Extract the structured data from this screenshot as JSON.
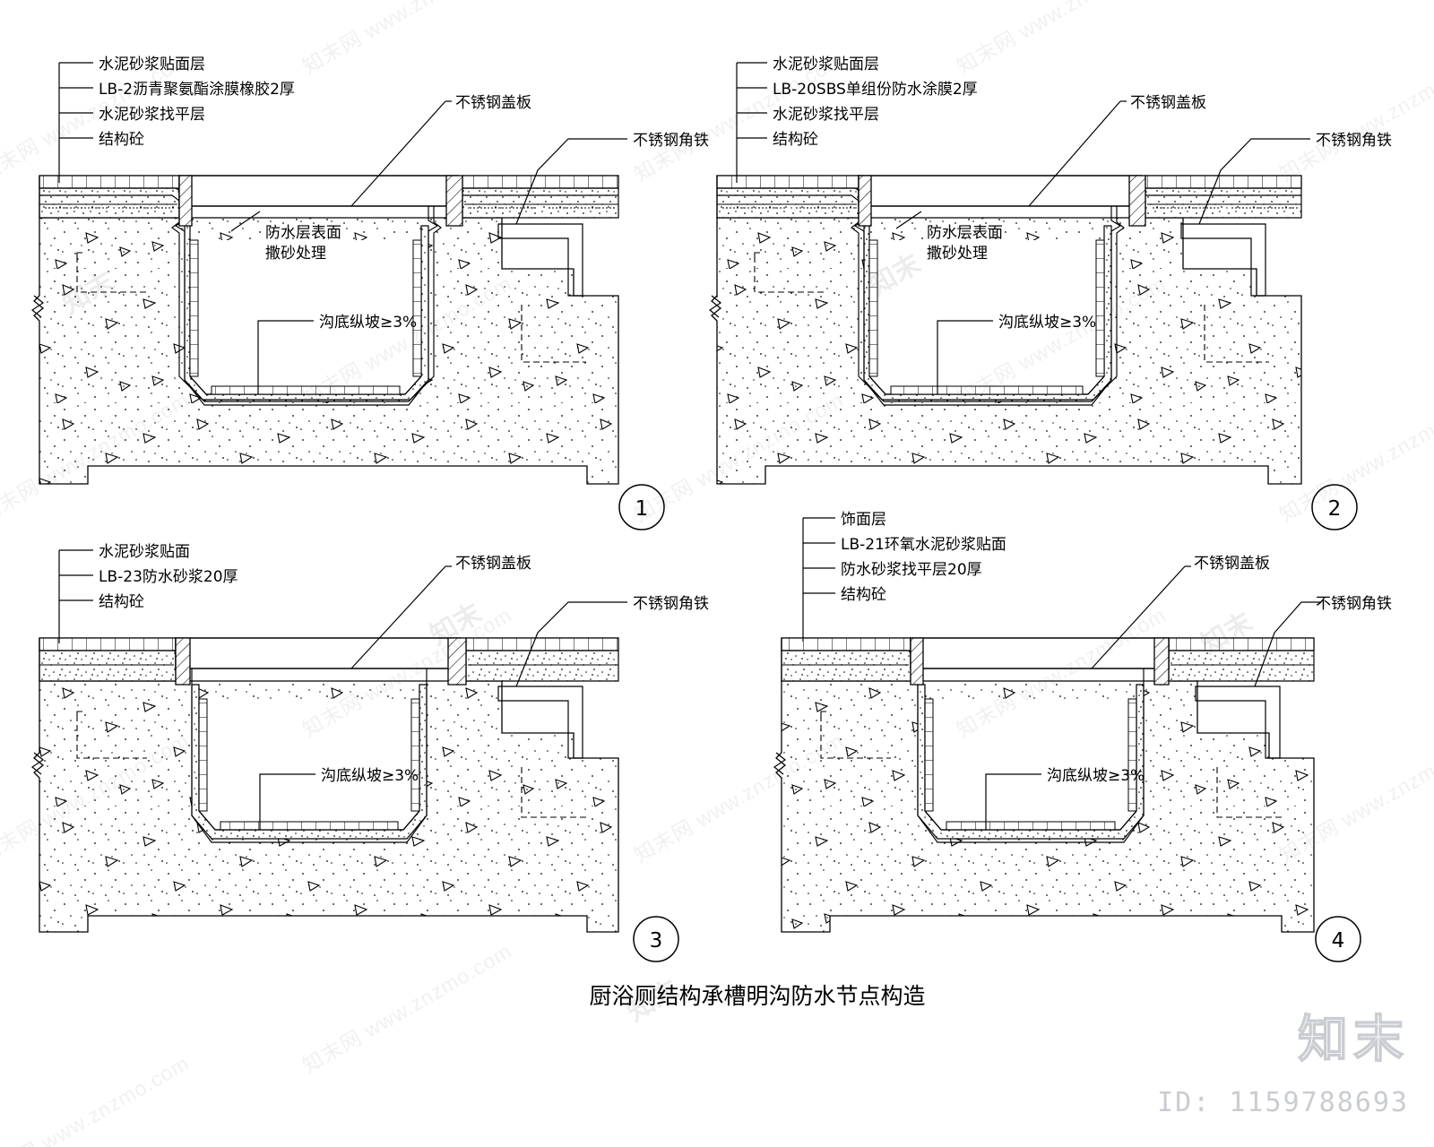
{
  "drawing": {
    "title": "厨浴厕结构承槽明沟防水节点构造",
    "watermark_text": "知末网  www.znzmo.com",
    "brand": "知末",
    "id_label": "ID: 1159788693"
  },
  "common_labels": {
    "cover_plate": "不锈钢盖板",
    "angle_iron": "不锈钢角铁",
    "membrane_sand": "防水层表面",
    "membrane_sand2": "撒砂处理",
    "slope": "沟底纵坡≥3%"
  },
  "details": [
    {
      "number": "1",
      "layers": [
        "水泥砂浆贴面层",
        "LB-2沥青聚氨酯涂膜橡胶2厚",
        "水泥砂浆找平层",
        "结构砼"
      ],
      "callouts": [
        "不锈钢盖板",
        "不锈钢角铁",
        "防水层表面",
        "撒砂处理",
        "沟底纵坡≥3%"
      ]
    },
    {
      "number": "2",
      "layers": [
        "水泥砂浆贴面层",
        "LB-20SBS单组份防水涂膜2厚",
        "水泥砂浆找平层",
        "结构砼"
      ],
      "callouts": [
        "不锈钢盖板",
        "不锈钢角铁",
        "防水层表面",
        "撒砂处理",
        "沟底纵坡≥3%"
      ]
    },
    {
      "number": "3",
      "layers": [
        "水泥砂浆贴面",
        "LB-23防水砂浆20厚",
        "结构砼"
      ],
      "callouts": [
        "不锈钢盖板",
        "不锈钢角铁",
        "沟底纵坡≥3%"
      ]
    },
    {
      "number": "4",
      "layers": [
        "饰面层",
        "LB-21环氧水泥砂浆贴面",
        "防水砂浆找平层20厚",
        "结构砼"
      ],
      "callouts": [
        "不锈钢盖板",
        "不锈钢角铁",
        "沟底纵坡≥3%"
      ]
    }
  ]
}
